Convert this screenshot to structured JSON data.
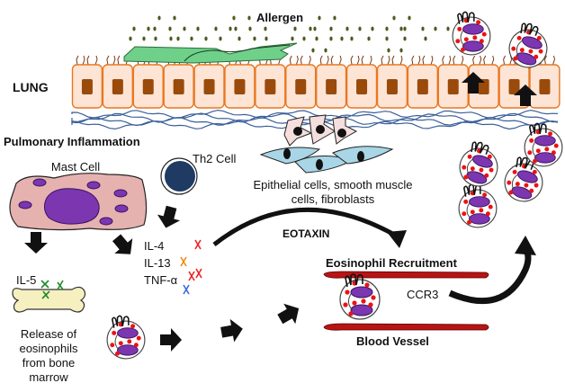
{
  "labels": {
    "allergen": "Allergen",
    "lung": "LUNG",
    "pulmonary_inflammation": "Pulmonary Inflammation",
    "mast_cell": "Mast Cell",
    "th2_cell": "Th2 Cell",
    "structural_cells": [
      "Epithelial cells, smooth muscle",
      "cells, fibroblasts"
    ],
    "eotaxin": "EOTAXIN",
    "il5": "IL-5",
    "cytokines": [
      "IL-4",
      "IL-13",
      "TNF-α"
    ],
    "bone_release": [
      "Release of",
      "eosinophils",
      "from bone",
      "marrow"
    ],
    "eosinophil_recruitment": "Eosinophil Recruitment",
    "ccr3": "CCR3",
    "blood_vessel": "Blood Vessel"
  },
  "colors": {
    "epithelium_fill": "#fde4d4",
    "epithelium_stroke": "#e87722",
    "nucleus": "#9a4a0a",
    "allergen_dot": "#4d5a1e",
    "mucus": "#6fd08a",
    "fiber": "#3b5f9a",
    "mast_cell": "#e6b2b0",
    "purple": "#7b36b0",
    "th2": "#1f3a63",
    "granule": "#ee1111",
    "vessel": "#b81414",
    "il5_mark": "#1f8a2a",
    "bone": "#f6f0c0",
    "smooth_cell": "#a9d6e6",
    "fibroblast": "#f5dede"
  },
  "cytokine_marks": [
    {
      "label": "IL-4",
      "color": "#ee2222",
      "count": 1
    },
    {
      "label": "IL-13",
      "color": "#f08a1a",
      "count": 1
    },
    {
      "label": "TNF-α",
      "color": "#ee2222",
      "count": 2
    },
    {
      "label": "TNF-α-2",
      "color": "#3a6ae0",
      "count": 1
    }
  ],
  "epithelial_cell_count": 16
}
